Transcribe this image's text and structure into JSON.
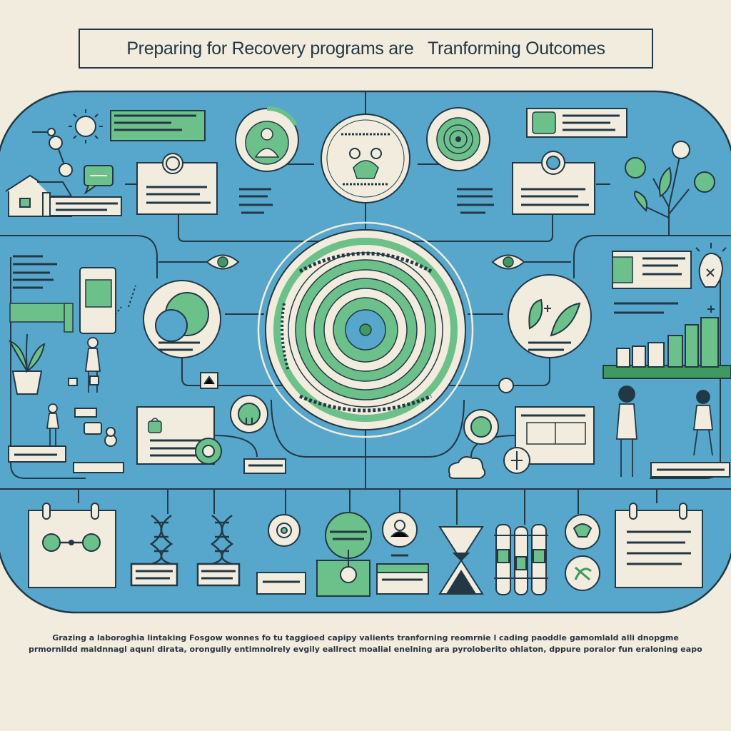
{
  "title": "Preparing for Recovery programs are   Tranforming Outcomes",
  "footer": {
    "line1": "Grazing a laboroghia lintaking Fosgow wonnes fo tu taggioed capipy valients tranforning reomrnie l cading paoddle gamomlald alli dnopgme",
    "line2": "prmornildd maldnnagl aqunl dirata, orongully entimnolrely evgily eallrect moalial enelning ara pyroloberito ohlaton, dppure poralor fun eraloning eapoy dhycholas."
  },
  "colors": {
    "background": "#f1ecdd",
    "panel": "#57a6cc",
    "panel_outline": "#233845",
    "card": "#f1ecdd",
    "accent_green": "#6cc08a",
    "dark_green": "#3f9a5f"
  },
  "icons": [
    "sun-icon",
    "house-icon",
    "chat-icon",
    "person-badge-icon",
    "face-mask-icon",
    "fingerprint-icon",
    "photo-card-icon",
    "plant-icon",
    "eye-icon",
    "target-rings-icon",
    "leaves-icon",
    "bar-chart-icon",
    "woman-figure-icon",
    "dna-icon",
    "hourglass-icon",
    "test-tubes-icon",
    "calendar-icon",
    "lightbulb-icon",
    "medicine-icon",
    "cloud-icon"
  ]
}
